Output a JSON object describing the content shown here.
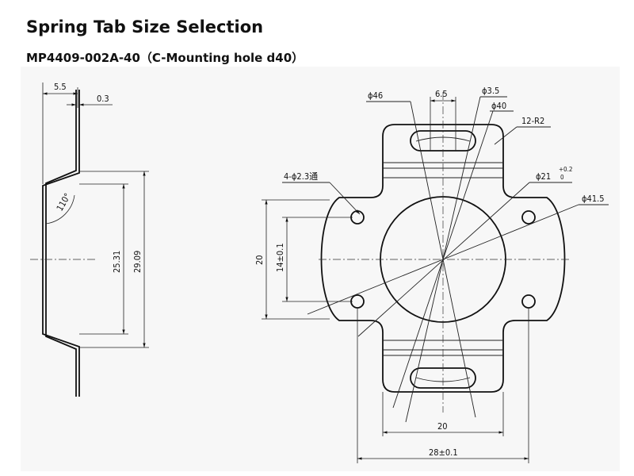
{
  "header": {
    "title": "Spring Tab Size Selection",
    "subtitle": "MP4409-002A-40（C-Mounting hole d40）"
  },
  "side_view": {
    "dim_width": "5.5",
    "dim_thickness": "0.3",
    "dim_angle": "110°",
    "dim_inner": "25.31",
    "dim_outer": "29.09"
  },
  "front_view": {
    "dim_d46": "ϕ46",
    "dim_slot_w": "6.5",
    "dim_d35": "ϕ3.5",
    "dim_d40": "ϕ40",
    "dim_r2": "12-R2",
    "dim_holes": "4-ϕ2.3通",
    "dim_d21": "ϕ21",
    "dim_d21_tol": "+0.2",
    "dim_d21_tol_lo": "0",
    "dim_d415": "ϕ41.5",
    "dim_20v": "20",
    "dim_14v": "14±0.1",
    "dim_20h": "20",
    "dim_28h": "28±0.1"
  }
}
